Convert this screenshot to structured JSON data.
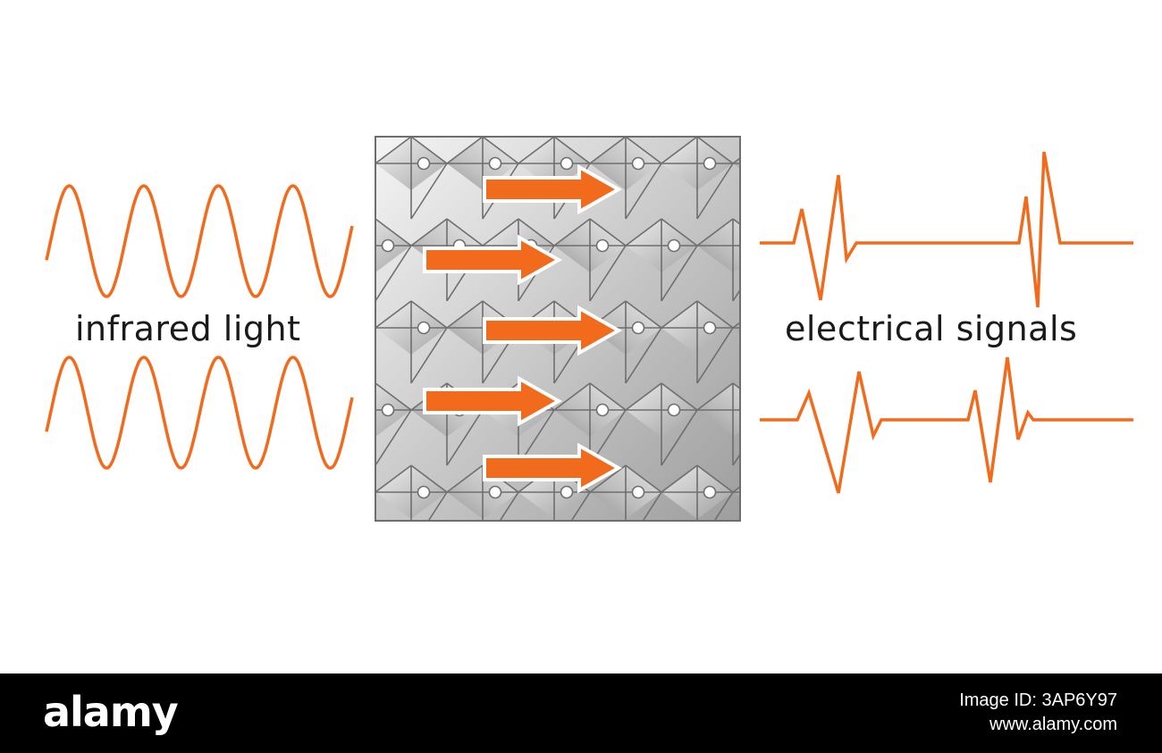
{
  "labels": {
    "input": "infrared light",
    "output": "electrical signals"
  },
  "colors": {
    "accent": "#f26b1d",
    "grid_line": "#6e6e6e",
    "tile_light": "#f2f2f2",
    "tile_dark": "#a8a8a8",
    "background": "#ffffff",
    "footer": "#000000"
  },
  "waves": {
    "input_count": 2,
    "input_cycles_each": 4,
    "output_count": 2
  },
  "arrows": {
    "count": 5,
    "direction": "right"
  },
  "footer": {
    "brand": "alamy",
    "image_id": "Image ID: 3AP6Y97",
    "url": "www.alamy.com"
  }
}
